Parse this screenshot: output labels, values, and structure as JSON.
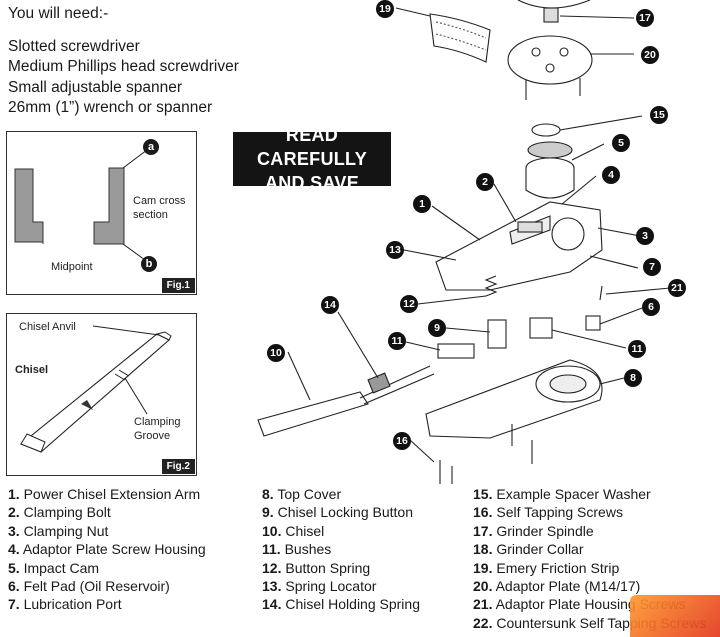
{
  "tools": {
    "heading": "You will need:-",
    "items": [
      "Slotted screwdriver",
      "Medium Phillips head screwdriver",
      "Small adjustable spanner",
      "26mm (1”) wrench or spanner"
    ]
  },
  "notice": {
    "line1": "READ CAREFULLY",
    "line2": "AND SAVE"
  },
  "fig1": {
    "tag": "Fig.1",
    "label_a": "a",
    "label_b": "b",
    "cam_cross_section": [
      "Cam cross",
      "section"
    ],
    "midpoint": "Midpoint"
  },
  "fig2": {
    "tag": "Fig.2",
    "chisel_anvil": "Chisel Anvil",
    "chisel": "Chisel",
    "clamping_groove": [
      "Clamping",
      "Groove"
    ]
  },
  "callouts": [
    "19",
    "17",
    "20",
    "15",
    "5",
    "4",
    "2",
    "1",
    "3",
    "13",
    "7",
    "21",
    "12",
    "6",
    "14",
    "9",
    "11",
    "11",
    "10",
    "8",
    "16"
  ],
  "legend": {
    "col1": [
      {
        "num": "1.",
        "text": "Power Chisel Extension Arm"
      },
      {
        "num": "2.",
        "text": "Clamping Bolt"
      },
      {
        "num": "3.",
        "text": "Clamping Nut"
      },
      {
        "num": "4.",
        "text": "Adaptor Plate Screw Housing"
      },
      {
        "num": "5.",
        "text": "Impact Cam"
      },
      {
        "num": "6.",
        "text": "Felt Pad (Oil Reservoir)"
      },
      {
        "num": "7.",
        "text": "Lubrication Port"
      }
    ],
    "col2": [
      {
        "num": "8.",
        "text": "Top Cover"
      },
      {
        "num": "9.",
        "text": "Chisel Locking Button"
      },
      {
        "num": "10.",
        "text": "Chisel"
      },
      {
        "num": "11.",
        "text": "Bushes"
      },
      {
        "num": "12.",
        "text": "Button Spring"
      },
      {
        "num": "13.",
        "text": "Spring Locator"
      },
      {
        "num": "14.",
        "text": "Chisel Holding Spring"
      }
    ],
    "col3": [
      {
        "num": "15.",
        "text": "Example Spacer Washer"
      },
      {
        "num": "16.",
        "text": "Self Tapping Screws"
      },
      {
        "num": "17.",
        "text": "Grinder Spindle"
      },
      {
        "num": "18.",
        "text": "Grinder Collar"
      },
      {
        "num": "19.",
        "text": "Emery Friction Strip"
      },
      {
        "num": "20.",
        "text": "Adaptor Plate (M14/17)"
      },
      {
        "num": "21.",
        "text": "Adaptor Plate Housing Screws"
      },
      {
        "num": "22.",
        "text": "Countersunk Self Tapping Screws"
      }
    ]
  }
}
